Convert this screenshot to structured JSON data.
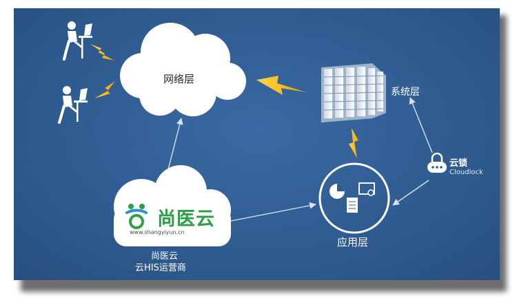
{
  "nodes": {
    "network": "网络层",
    "system": "系统层",
    "application": "应用层"
  },
  "cloudlock": {
    "title": "云锁",
    "subtitle": "Cloudlock"
  },
  "logo": {
    "name": "尚医云",
    "url": "www.shangyiyun.cn"
  },
  "brand": {
    "name": "尚医云",
    "tagline": "云HIS运营商"
  },
  "colors": {
    "background": "#2f5c91",
    "lightning": "#f5b800",
    "logo_green": "#2d9f45",
    "logo_blue": "#2b8fd6"
  }
}
